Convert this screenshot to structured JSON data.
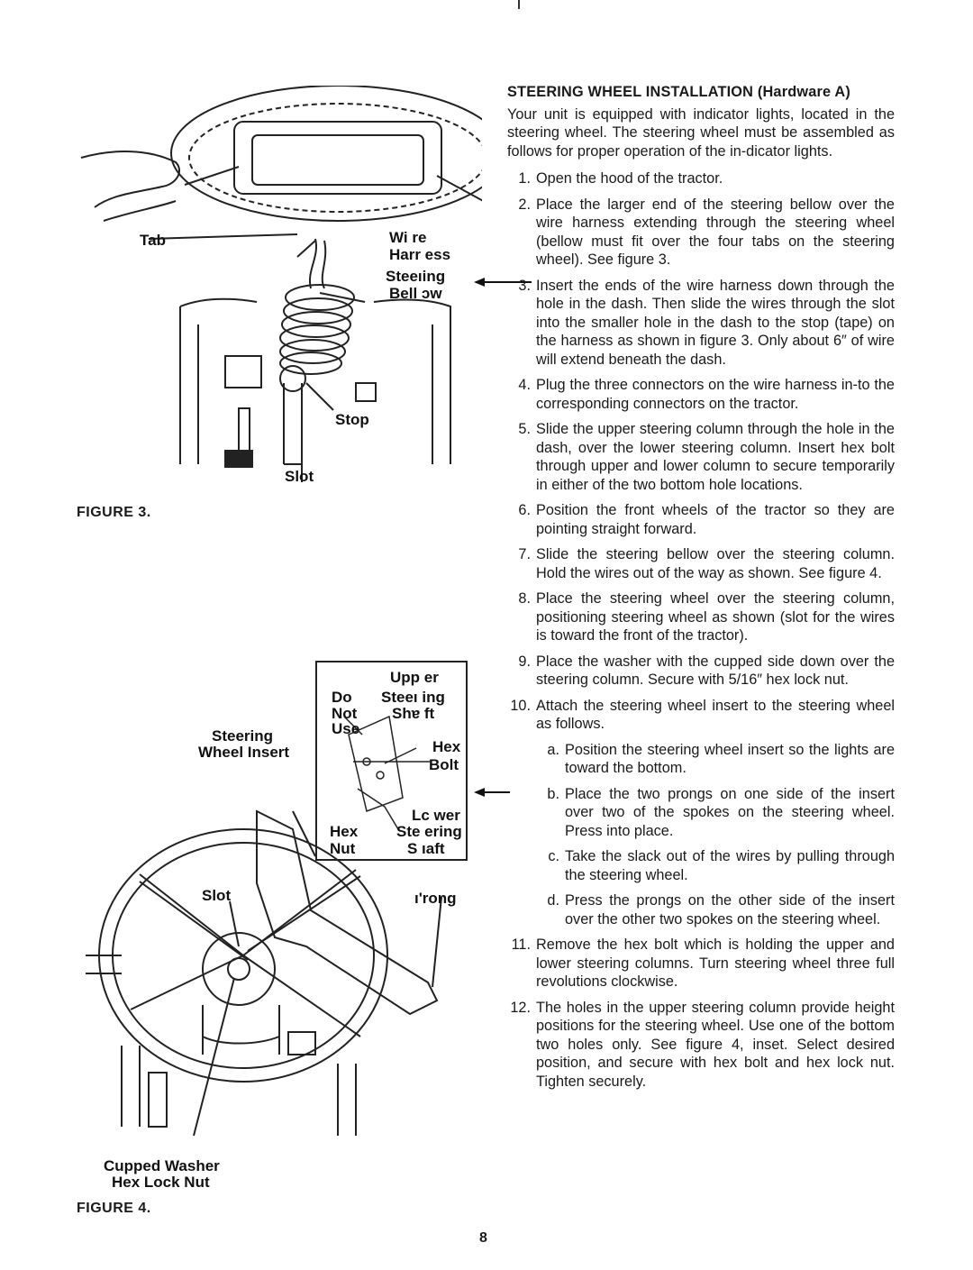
{
  "page_number": "8",
  "heading": "STEERING WHEEL INSTALLATION (Hardware A)",
  "intro": "Your unit is equipped with indicator lights, located in the steering wheel. The steering wheel must be assembled as follows for proper operation of the in-dicator lights.",
  "steps": [
    {
      "num": "1.",
      "text": "Open the hood of the tractor."
    },
    {
      "num": "2.",
      "text": "Place the larger end of the steering bellow over the wire harness extending through the steering wheel (bellow must fit over the four tabs on the steering wheel). See figure 3."
    },
    {
      "num": "3.",
      "text": "Insert the ends of the wire harness down through the hole in the dash. Then slide the wires through the slot into the smaller hole in the dash to the stop (tape) on the harness as shown in figure 3. Only about 6″ of wire will extend beneath the dash."
    },
    {
      "num": "4.",
      "text": "Plug the three connectors on the wire harness in-to the corresponding connectors on the tractor."
    },
    {
      "num": "5.",
      "text": "Slide the upper steering column through the hole in the dash, over the lower steering column. Insert hex bolt through upper and lower column to secure temporarily in either of the two bottom hole locations."
    },
    {
      "num": "6.",
      "text": "Position the front wheels of the tractor so they are pointing straight forward."
    },
    {
      "num": "7.",
      "text": "Slide the steering bellow over the steering column. Hold the wires out of the way as shown. See figure 4."
    },
    {
      "num": "8.",
      "text": "Place the steering wheel over the steering column, positioning steering wheel as shown (slot for the wires is toward the front of the tractor)."
    },
    {
      "num": "9.",
      "text": "Place the washer with the cupped side down over the steering column. Secure with 5/16″ hex lock nut."
    },
    {
      "num": "10.",
      "text": "Attach the steering wheel insert to the steering wheel as follows."
    }
  ],
  "substeps": [
    {
      "num": "a.",
      "text": "Position the steering wheel insert so the lights are toward the bottom."
    },
    {
      "num": "b.",
      "text": "Place the two prongs on one side of the insert over two of the spokes on the steering wheel. Press into place."
    },
    {
      "num": "c.",
      "text": "Take the slack out of the wires by pulling through the steering wheel."
    },
    {
      "num": "d.",
      "text": "Press the prongs on the other side of the insert over the other two spokes on the steering wheel."
    }
  ],
  "steps_after": [
    {
      "num": "11.",
      "text": "Remove the hex bolt which is holding the upper and lower steering columns. Turn steering wheel three full revolutions clockwise."
    },
    {
      "num": "12.",
      "text": "The holes in the upper steering column provide height positions for the steering wheel. Use one of the bottom two holes only. See figure 4, inset. Select desired position, and secure with hex bolt and hex lock nut. Tighten securely."
    }
  ],
  "figure3": {
    "caption": "FIGURE 3.",
    "labels": {
      "tab": "Tab",
      "wire": "Wi re",
      "harness": "Harr ess",
      "steering": "Steeıing",
      "bellow": "Bell ɔw",
      "stop": "Stop",
      "slot": "Slot"
    }
  },
  "figure4": {
    "caption": "FIGURE 4.",
    "labels": {
      "upper": "Upp er",
      "do": "Do",
      "steering_shaft_top": "Steeı ing",
      "not": "Not",
      "shaft": "Shɐ ft",
      "use": "Use",
      "hex": "Hex",
      "bolt": "Bolt",
      "lower": "Lc wer",
      "hex_nut_1": "Hex",
      "hex_nut_2": "Nut",
      "steering_lower": "Ste ering",
      "shaft_lower": "S ıaft",
      "steering_insert_1": "Steering",
      "steering_insert_2": "Wheel Insert",
      "slot": "Slot",
      "prong": "ı'rong",
      "cupped_washer": "Cupped Washer",
      "hex_lock_nut": "Hex Lock Nut"
    }
  }
}
